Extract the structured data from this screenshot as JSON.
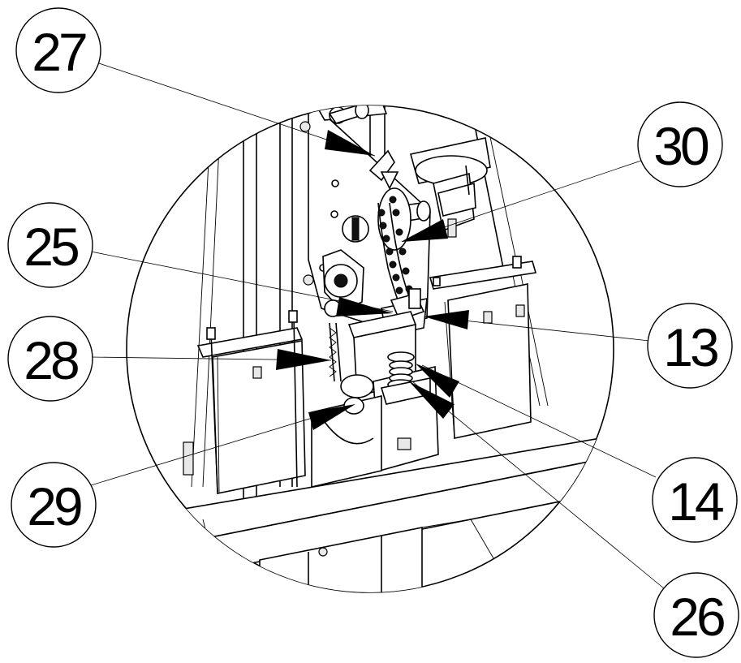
{
  "diagram": {
    "callouts": [
      {
        "id": "27",
        "label": "27"
      },
      {
        "id": "30",
        "label": "30"
      },
      {
        "id": "25",
        "label": "25"
      },
      {
        "id": "13",
        "label": "13"
      },
      {
        "id": "28",
        "label": "28"
      },
      {
        "id": "14",
        "label": "14"
      },
      {
        "id": "29",
        "label": "29"
      },
      {
        "id": "26",
        "label": "26"
      }
    ]
  }
}
